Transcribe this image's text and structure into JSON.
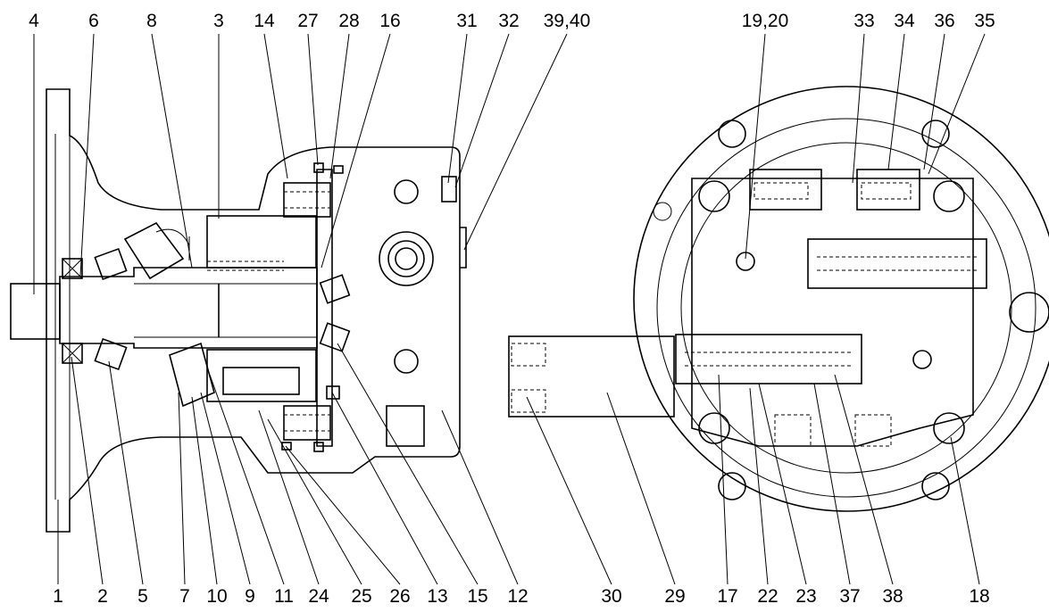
{
  "top_labels": [
    "4",
    "6",
    "8",
    "3",
    "14",
    "27",
    "28",
    "16",
    "31",
    "32",
    "39,40",
    "19,20",
    "33",
    "34",
    "36",
    "35"
  ],
  "bottom_labels": [
    "1",
    "2",
    "5",
    "7",
    "10",
    "9",
    "11",
    "24",
    "25",
    "26",
    "13",
    "15",
    "12",
    "30",
    "29",
    "17",
    "22",
    "23",
    "37",
    "38",
    "18"
  ]
}
